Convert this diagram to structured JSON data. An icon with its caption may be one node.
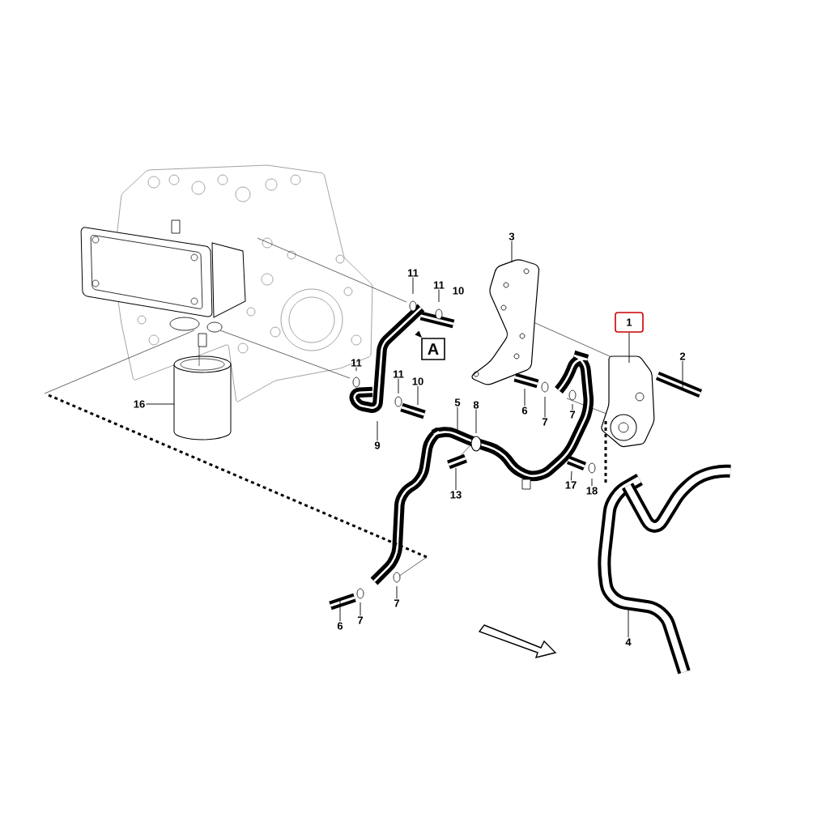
{
  "diagram": {
    "nodes": [
      {
        "text": [
          "1"
        ]
      },
      {
        "text": [
          "2"
        ]
      },
      {
        "text": [
          "3"
        ]
      },
      {
        "text": [
          "4"
        ]
      },
      {
        "text": [
          "5"
        ]
      },
      {
        "text": [
          "6"
        ]
      },
      {
        "text": [
          "7"
        ]
      },
      {
        "text": [
          "7"
        ]
      },
      {
        "text": [
          "8"
        ]
      },
      {
        "text": [
          "9"
        ]
      },
      {
        "text": [
          "10"
        ]
      },
      {
        "text": [
          "11"
        ]
      },
      {
        "text": [
          "11"
        ]
      },
      {
        "text": [
          "10"
        ]
      },
      {
        "text": [
          "11"
        ]
      },
      {
        "text": [
          "11"
        ]
      },
      {
        "text": [
          "13"
        ]
      },
      {
        "text": [
          "6"
        ]
      },
      {
        "text": [
          "7"
        ]
      },
      {
        "text": [
          "7"
        ]
      },
      {
        "text": [
          "16"
        ]
      },
      {
        "text": [
          "17"
        ]
      },
      {
        "text": [
          "18"
        ]
      },
      {
        "text": [
          "A"
        ]
      }
    ],
    "edges": [
      {
        "from": 0,
        "to": null,
        "arrow": "none"
      },
      {
        "from": 1,
        "to": null,
        "arrow": "none"
      },
      {
        "from": 2,
        "to": null,
        "arrow": "none"
      },
      {
        "from": 3,
        "to": null,
        "arrow": "none"
      },
      {
        "from": 4,
        "to": null,
        "arrow": "none"
      },
      {
        "from": 5,
        "to": null,
        "arrow": "none"
      },
      {
        "from": 6,
        "to": null,
        "arrow": "none"
      },
      {
        "from": 7,
        "to": null,
        "arrow": "none"
      },
      {
        "from": 8,
        "to": null,
        "arrow": "none"
      },
      {
        "from": 9,
        "to": null,
        "arrow": "none"
      },
      {
        "from": 11,
        "to": null,
        "arrow": "none"
      },
      {
        "from": 12,
        "to": null,
        "arrow": "none"
      },
      {
        "from": 13,
        "to": null,
        "arrow": "none"
      },
      {
        "from": 14,
        "to": null,
        "arrow": "none"
      },
      {
        "from": 15,
        "to": null,
        "arrow": "none"
      },
      {
        "from": 16,
        "to": null,
        "arrow": "none"
      },
      {
        "from": 17,
        "to": null,
        "arrow": "none"
      },
      {
        "from": 18,
        "to": null,
        "arrow": "none"
      },
      {
        "from": 19,
        "to": null,
        "arrow": "none"
      },
      {
        "from": 20,
        "to": null,
        "arrow": "none"
      },
      {
        "from": 21,
        "to": null,
        "arrow": "none"
      },
      {
        "from": 22,
        "to": null,
        "arrow": "none"
      },
      {
        "from": null,
        "to": 23,
        "arrow": "to"
      }
    ]
  }
}
